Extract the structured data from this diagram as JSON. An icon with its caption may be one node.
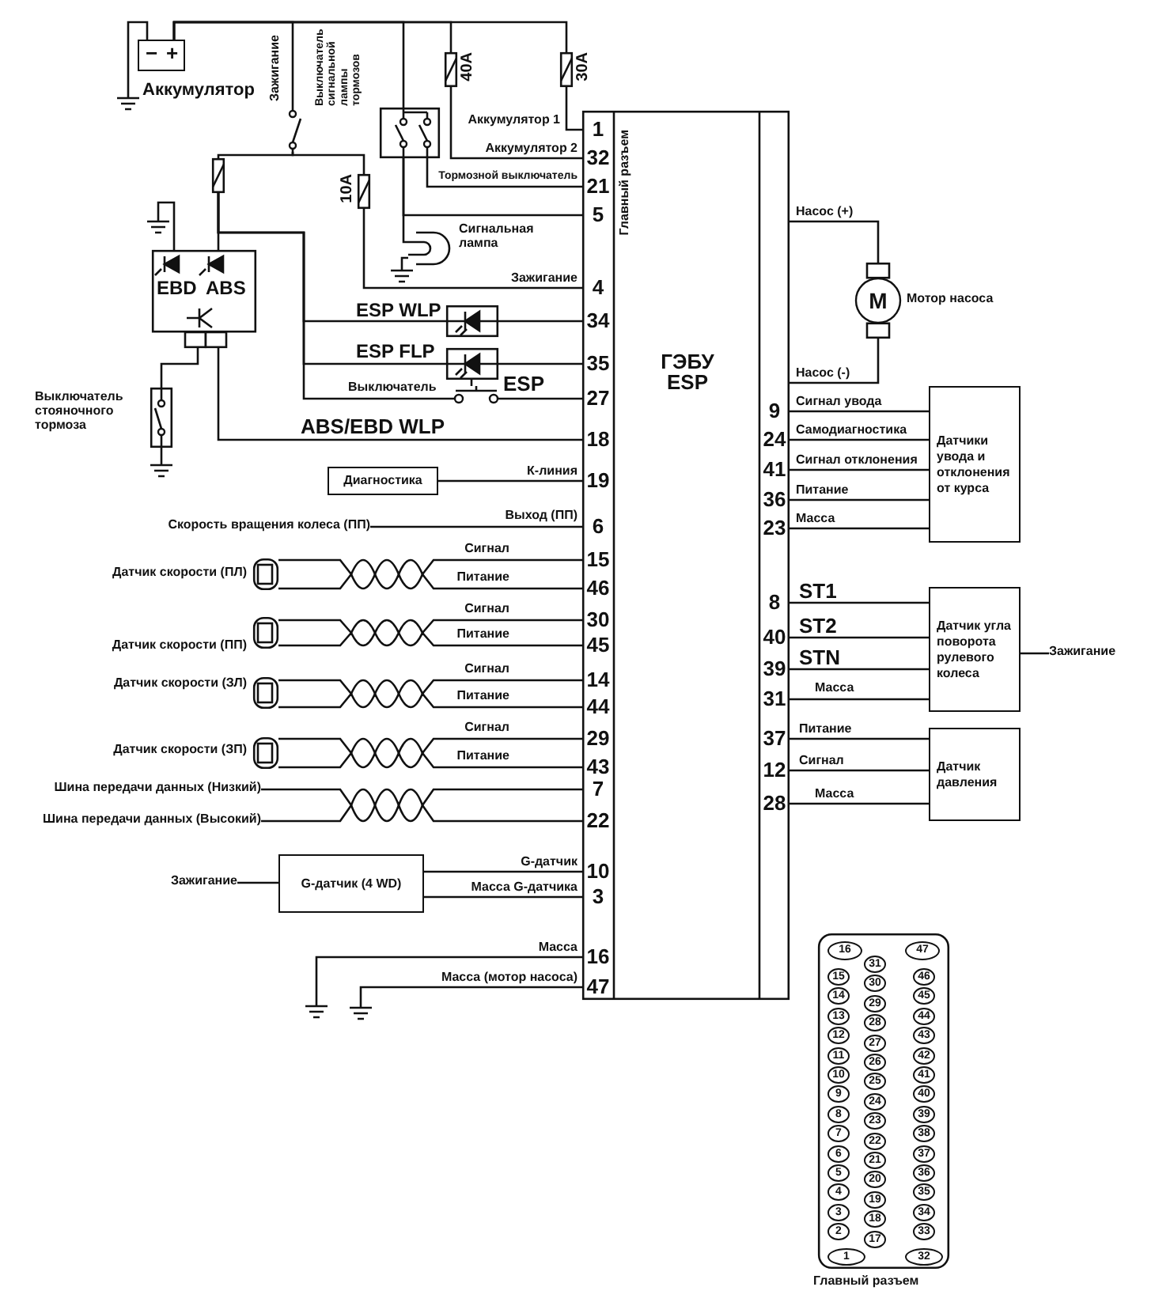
{
  "diagram": {
    "nodes": [
      {
        "text": [
          "−",
          "+"
        ],
        "beside": [
          "Аккумулятор"
        ]
      },
      {
        "text": [],
        "shape": "ground"
      },
      {
        "text": [],
        "shape": "switch",
        "beside": [
          "Зажигание"
        ]
      },
      {
        "text": [],
        "shape": "switch",
        "beside": [
          "Выключатель сигнальной лампы тормозов"
        ]
      },
      {
        "text": [],
        "shape": "fuse",
        "beside": [
          "40A"
        ]
      },
      {
        "text": [],
        "shape": "fuse",
        "beside": [
          "30A"
        ]
      },
      {
        "text": [],
        "shape": "fuse"
      },
      {
        "text": [],
        "shape": "fuse",
        "beside": [
          "10A"
        ]
      },
      {
        "text": [],
        "shape": "lamp",
        "beside": [
          "Сигнальная лампа"
        ]
      },
      {
        "text": [],
        "shape": "ground"
      },
      {
        "text": [
          "EBD",
          "ABS"
        ]
      },
      {
        "text": [],
        "shape": "ground"
      },
      {
        "text": [],
        "shape": "switch",
        "beside": [
          "Выключатель стояночного тормоза"
        ]
      },
      {
        "text": [],
        "shape": "ground"
      },
      {
        "text": [],
        "shape": "box",
        "beside": [
          "ESP WLP"
        ]
      },
      {
        "text": [],
        "shape": "box",
        "beside": [
          "ESP FLP"
        ]
      },
      {
        "text": [],
        "shape": "switch",
        "beside": [
          "Выключатель",
          "ESP"
        ]
      },
      {
        "text": [
          "Главный разъем",
          "ГЭБУ ESP"
        ]
      },
      {
        "text": [
          "Диагностика"
        ]
      },
      {
        "text": [
          "Скорость вращения колеса (ПП)"
        ]
      },
      {
        "text": [],
        "shape": "sensor",
        "beside": [
          "Датчик скорости (ПЛ)"
        ]
      },
      {
        "text": [],
        "shape": "sensor",
        "beside": [
          "Датчик скорости (ПП)"
        ]
      },
      {
        "text": [],
        "shape": "sensor",
        "beside": [
          "Датчик скорости (ЗЛ)"
        ]
      },
      {
        "text": [],
        "shape": "sensor",
        "beside": [
          "Датчик скорости (ЗП)"
        ]
      },
      {
        "text": [
          "Шина передачи данных (Низкий)"
        ]
      },
      {
        "text": [
          "Шина передачи данных (Высокий)"
        ]
      },
      {
        "text": [
          "Зажигание"
        ]
      },
      {
        "text": [
          "G-датчик (4 WD)"
        ]
      },
      {
        "text": [],
        "shape": "ground"
      },
      {
        "text": [],
        "shape": "ground"
      },
      {
        "text": [
          "M"
        ],
        "beside": [
          "Мотор насоса"
        ]
      },
      {
        "text": [
          "Датчики увода и отклонения от курса"
        ]
      },
      {
        "text": [
          "Датчик угла поворота рулевого колеса"
        ]
      },
      {
        "text": [
          "Зажигание"
        ]
      },
      {
        "text": [
          "Датчик давления"
        ]
      },
      {
        "text": [
          "16",
          "47",
          "15",
          "14",
          "13",
          "12",
          "11",
          "10",
          "9",
          "8",
          "7",
          "6",
          "5",
          "4",
          "3",
          "2",
          "31",
          "30",
          "29",
          "28",
          "27",
          "26",
          "25",
          "24",
          "23",
          "22",
          "21",
          "20",
          "19",
          "18",
          "17",
          "46",
          "45",
          "44",
          "43",
          "42",
          "41",
          "40",
          "39",
          "38",
          "37",
          "36",
          "35",
          "34",
          "33",
          "1",
          "32"
        ],
        "beside": [
          "Главный разъем"
        ]
      }
    ],
    "edges": [
      {
        "from": 0,
        "to": 1,
        "arrow": "none"
      },
      {
        "from": 0,
        "to": 2,
        "arrow": "none"
      },
      {
        "from": 0,
        "to": 3,
        "arrow": "none"
      },
      {
        "from": 0,
        "to": 4,
        "arrow": "none"
      },
      {
        "from": 0,
        "to": 5,
        "arrow": "none"
      },
      {
        "from": 5,
        "to": 17,
        "arrow": "none",
        "label": "Аккумулятор 1"
      },
      {
        "from": 4,
        "to": 17,
        "arrow": "none",
        "label": "Аккумулятор 2"
      },
      {
        "from": 3,
        "to": 17,
        "arrow": "none",
        "label": "Тормозной выключатель"
      },
      {
        "from": 3,
        "to": 17,
        "arrow": "none"
      },
      {
        "from": 3,
        "to": 8,
        "arrow": "none"
      },
      {
        "from": 8,
        "to": 9,
        "arrow": "none"
      },
      {
        "from": 2,
        "to": 6,
        "arrow": "none"
      },
      {
        "from": 2,
        "to": 7,
        "arrow": "none"
      },
      {
        "from": 7,
        "to": 17,
        "arrow": "none",
        "label": "Зажигание"
      },
      {
        "from": 6,
        "to": 10,
        "arrow": "none"
      },
      {
        "from": 6,
        "to": 14,
        "arrow": "none"
      },
      {
        "from": 6,
        "to": 15,
        "arrow": "none"
      },
      {
        "from": 6,
        "to": 16,
        "arrow": "none"
      },
      {
        "from": 14,
        "to": 17,
        "arrow": "none"
      },
      {
        "from": 15,
        "to": 17,
        "arrow": "none"
      },
      {
        "from": 15,
        "to": 16,
        "arrow": "none"
      },
      {
        "from": 16,
        "to": 17,
        "arrow": "none"
      },
      {
        "from": 10,
        "to": 11,
        "arrow": "none"
      },
      {
        "from": 10,
        "to": 12,
        "arrow": "none"
      },
      {
        "from": 12,
        "to": 13,
        "arrow": "none"
      },
      {
        "from": 10,
        "to": 17,
        "arrow": "none",
        "label": "ABS/EBD WLP"
      },
      {
        "from": 18,
        "to": 17,
        "arrow": "none",
        "label": "К-линия"
      },
      {
        "from": 19,
        "to": 17,
        "arrow": "none",
        "label": "Выход (ПП)"
      },
      {
        "from": 20,
        "to": 17,
        "arrow": "none",
        "label": "Сигнал"
      },
      {
        "from": 20,
        "to": 17,
        "arrow": "none",
        "label": "Питание"
      },
      {
        "from": 21,
        "to": 17,
        "arrow": "none",
        "label": "Сигнал"
      },
      {
        "from": 21,
        "to": 17,
        "arrow": "none",
        "label": "Питание"
      },
      {
        "from": 22,
        "to": 17,
        "arrow": "none",
        "label": "Сигнал"
      },
      {
        "from": 22,
        "to": 17,
        "arrow": "none",
        "label": "Питание"
      },
      {
        "from": 23,
        "to": 17,
        "arrow": "none",
        "label": "Сигнал"
      },
      {
        "from": 23,
        "to": 17,
        "arrow": "none",
        "label": "Питание"
      },
      {
        "from": 24,
        "to": 17,
        "arrow": "none"
      },
      {
        "from": 25,
        "to": 17,
        "arrow": "none"
      },
      {
        "from": 26,
        "to": 27,
        "arrow": "none"
      },
      {
        "from": 27,
        "to": 17,
        "arrow": "none",
        "label": "G-датчик"
      },
      {
        "from": 27,
        "to": 17,
        "arrow": "none",
        "label": "Масса G-датчика"
      },
      {
        "from": 28,
        "to": 17,
        "arrow": "none",
        "label": "Масса"
      },
      {
        "from": 29,
        "to": 17,
        "arrow": "none",
        "label": "Масса (мотор насоса)"
      },
      {
        "from": 17,
        "to": 30,
        "arrow": "none",
        "label": "Насос (+)"
      },
      {
        "from": 17,
        "to": 30,
        "arrow": "none",
        "label": "Насос (-)"
      },
      {
        "from": 31,
        "to": 17,
        "arrow": "none",
        "label": "Сигнал увода"
      },
      {
        "from": 31,
        "to": 17,
        "arrow": "none",
        "label": "Самодиагностика"
      },
      {
        "from": 31,
        "to": 17,
        "arrow": "none",
        "label": "Сигнал отклонения"
      },
      {
        "from": 31,
        "to": 17,
        "arrow": "none",
        "label": "Питание"
      },
      {
        "from": 31,
        "to": 17,
        "arrow": "none",
        "label": "Масса"
      },
      {
        "from": 32,
        "to": 17,
        "arrow": "none",
        "label": "ST1"
      },
      {
        "from": 32,
        "to": 17,
        "arrow": "none",
        "label": "ST2"
      },
      {
        "from": 32,
        "to": 17,
        "arrow": "none",
        "label": "STN"
      },
      {
        "from": 32,
        "to": 17,
        "arrow": "none",
        "label": "Масса"
      },
      {
        "from": 33,
        "to": 32,
        "arrow": "none"
      },
      {
        "from": 34,
        "to": 17,
        "arrow": "none",
        "label": "Питание"
      },
      {
        "from": 34,
        "to": 17,
        "arrow": "none",
        "label": "Сигнал"
      },
      {
        "from": 34,
        "to": 17,
        "arrow": "none",
        "label": "Масса"
      }
    ],
    "labels": [
      "1",
      "32",
      "21",
      "5",
      "4",
      "34",
      "35",
      "27",
      "18",
      "19",
      "6",
      "15",
      "46",
      "30",
      "45",
      "14",
      "44",
      "29",
      "43",
      "7",
      "22",
      "10",
      "3",
      "16",
      "47",
      "9",
      "24",
      "41",
      "36",
      "23",
      "8",
      "40",
      "39",
      "31",
      "37",
      "12",
      "28"
    ]
  }
}
